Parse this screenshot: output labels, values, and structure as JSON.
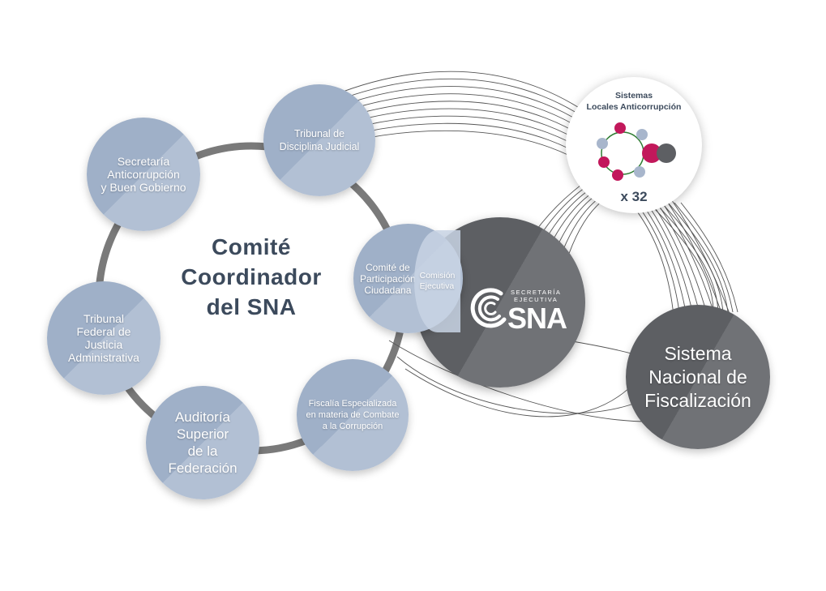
{
  "diagram": {
    "comite_title": "Comité\nCoordinador\ndel SNA",
    "nodes": {
      "tribunal_disciplina": "Tribunal de\nDisciplina Judicial",
      "secretaria": "Secretaría\nAnticorrupción\ny Buen Gobierno",
      "tribunal_federal": "Tribunal\nFederal de\nJusticia\nAdministrativa",
      "auditoria": "Auditoría\nSuperior\nde la\nFederación",
      "fiscalia": "Fiscalía Especializada\nen materia de Combate\na la Corrupción",
      "comite_participacion": "Comité de\nParticipación\nCiudadana",
      "comision_ejecutiva": "Comisión\nEjecutiva",
      "sistema_nacional": "Sistema\nNacional de\nFiscalización"
    },
    "sna_logo": {
      "line1": "SECRETARÍA",
      "line2": "EJECUTIVA",
      "word": "SNA"
    },
    "sistemas_locales": {
      "title": "Sistemas\nLocales Anticorrupción",
      "count": "x 32"
    },
    "colors": {
      "node_blue": "#9fb0c8",
      "node_dark": "#5d5f63",
      "ring": "#7a7a7a",
      "title_text": "#3c4a5c",
      "accent_red": "#c2185b",
      "accent_green": "#2e7d32"
    }
  }
}
